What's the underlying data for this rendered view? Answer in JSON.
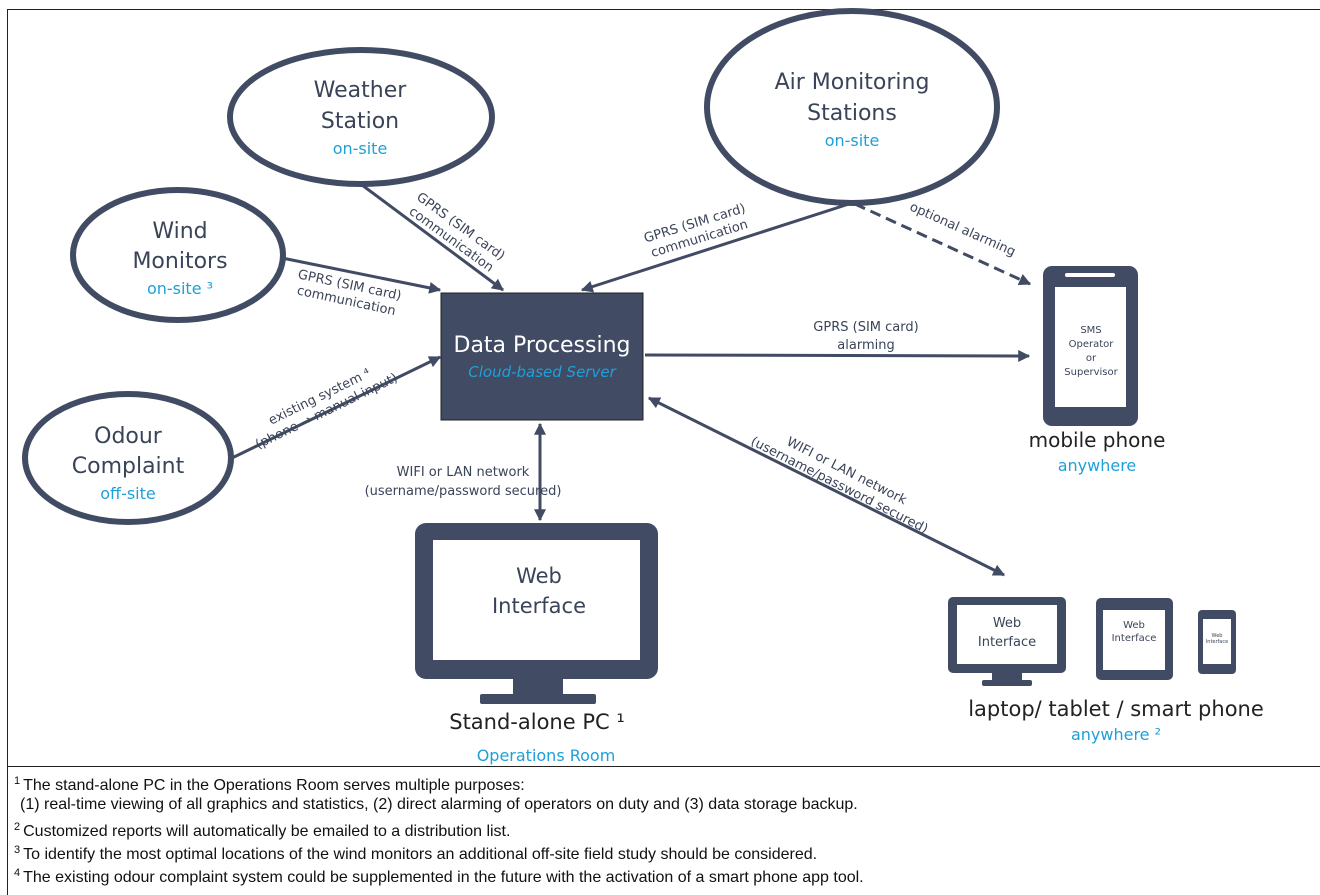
{
  "colors": {
    "navy": "#414b63",
    "accent": "#1ea0d8",
    "text": "#3a4458",
    "white": "#ffffff"
  },
  "nodes": {
    "weather": {
      "line1": "Weather",
      "line2": "Station",
      "location": "on-site"
    },
    "air": {
      "line1": "Air Monitoring",
      "line2": "Stations",
      "location": "on-site"
    },
    "wind": {
      "line1": "Wind",
      "line2": "Monitors",
      "location": "on-site ³"
    },
    "odour": {
      "line1": "Odour",
      "line2": "Complaint",
      "location": "off-site"
    },
    "processing": {
      "title": "Data Processing",
      "subtitle": "Cloud-based Server"
    },
    "mobile": {
      "screen_line1": "SMS",
      "screen_line2": "Operator",
      "screen_line3": "or",
      "screen_line4": "Supervisor",
      "label": "mobile phone",
      "location": "anywhere"
    },
    "pc": {
      "screen_line1": "Web",
      "screen_line2": "Interface",
      "label": "Stand-alone PC ¹",
      "location": "Operations Room"
    },
    "devices": {
      "laptop_line1": "Web",
      "laptop_line2": "Interface",
      "tablet_line1": "Web",
      "tablet_line2": "Interface",
      "phone_line1": "Web",
      "phone_line2": "Interface",
      "label": "laptop/ tablet / smart phone",
      "location": "anywhere ²"
    }
  },
  "links": {
    "weather_line1": "GPRS (SIM card)",
    "weather_line2": "communication",
    "wind_line1": "GPRS (SIM card)",
    "wind_line2": "communication",
    "air_line1": "GPRS (SIM card)",
    "air_line2": "communication",
    "optional": "optional alarming",
    "odour_line1": "existing system ⁴",
    "odour_line2": "(phone → manual input)",
    "alarm_line1": "GPRS (SIM card)",
    "alarm_line2": "alarming",
    "lan_pc_line1": "WIFI or LAN network",
    "lan_pc_line2": "(username/password secured)",
    "lan_dev_line1": "WIFI or LAN network",
    "lan_dev_line2": "(username/password secured)"
  },
  "footnotes": [
    {
      "mark": "1",
      "text": "The stand-alone PC in the Operations Room serves multiple purposes:"
    },
    {
      "mark": "",
      "text": "(1) real-time viewing of all graphics and statistics, (2) direct alarming of operators on duty and (3) data storage backup."
    },
    {
      "mark": "2",
      "text": "Customized reports will automatically be emailed to a distribution list."
    },
    {
      "mark": "3",
      "text": "To identify the most optimal locations of the wind monitors an additional off-site field study should be considered."
    },
    {
      "mark": "4",
      "text": "The existing odour complaint system could be supplemented in the future with the activation of a smart phone app tool."
    }
  ]
}
